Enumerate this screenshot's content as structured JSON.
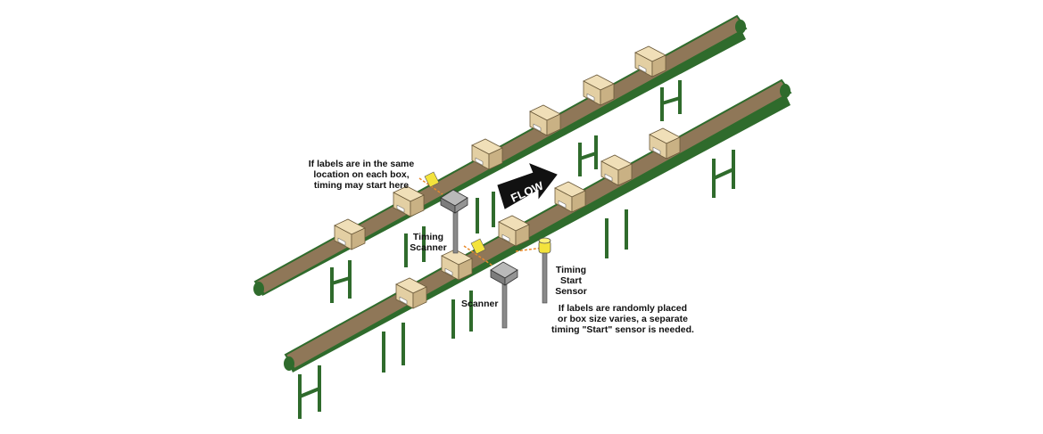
{
  "annotations": {
    "upper_timing_note": [
      "If labels are in the same",
      "location on each box,",
      "timing may start here"
    ],
    "timing_scanner": [
      "Timing",
      "Scanner"
    ],
    "flow": "FLOW",
    "timing_start_sensor": [
      "Timing",
      "Start",
      "Sensor"
    ],
    "scanner": "Scanner",
    "lower_note": [
      "If labels are randomly placed",
      "or box size varies, a separate",
      "timing \"Start\" sensor is needed."
    ]
  },
  "colors": {
    "frame_green": "#2f6b2c",
    "belt_brown": "#8f7758",
    "belt_top": "#b39b78",
    "box_tan": "#e3cfa3",
    "scanner_gray": "#8a8a8a",
    "sensor_yellow": "#f3e33c",
    "laser_orange": "#e98a2b",
    "flow_black": "#111111"
  }
}
